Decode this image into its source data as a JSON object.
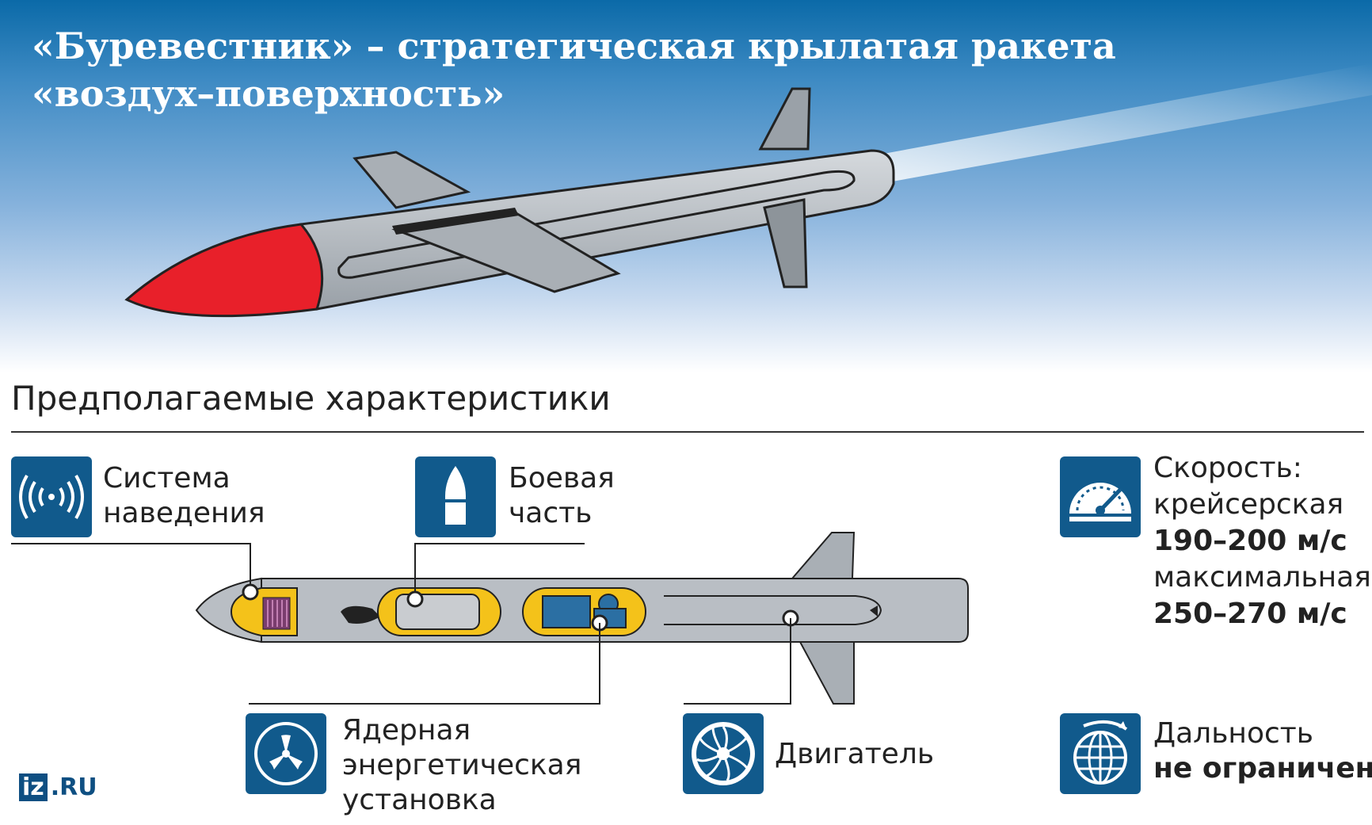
{
  "header": {
    "title_line1": "«Буревестник» – стратегическая крылатая ракета",
    "title_line2": "«воздух–поверхность»"
  },
  "section_title": "Предполагаемые характеристики",
  "components": {
    "guidance": {
      "line1": "Система",
      "line2": "наведения",
      "icon": "radio-waves-icon"
    },
    "warhead": {
      "line1": "Боевая",
      "line2": "часть",
      "icon": "warhead-icon"
    },
    "reactor": {
      "line1": "Ядерная",
      "line2": "энергетическая",
      "line3": "установка",
      "icon": "radiation-icon"
    },
    "engine": {
      "line1": "Двигатель",
      "icon": "turbine-icon"
    }
  },
  "specs": {
    "speed": {
      "heading": "Скорость:",
      "cruise_label": "крейсерская",
      "cruise_value": "190–200 м/с",
      "max_label": "максимальная",
      "max_value": "250–270 м/с",
      "icon": "speedometer-icon"
    },
    "range": {
      "heading": "Дальность",
      "value": "не ограничена",
      "icon": "globe-icon"
    }
  },
  "logo": {
    "brand": "iz",
    "suffix": ".RU"
  },
  "colors": {
    "icon_bg": "#115a8c",
    "nose_red": "#e8202a",
    "body_gray": "#b9bec4",
    "compartment_yellow": "#f4c21a"
  }
}
